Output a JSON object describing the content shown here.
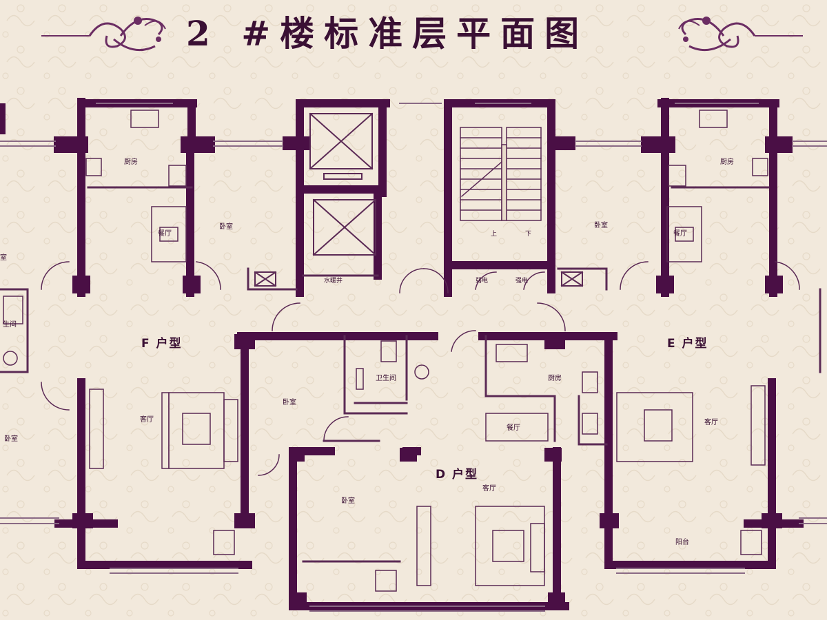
{
  "title": "2 #楼标准层平面图",
  "colors": {
    "wall": "#4a0f45",
    "line": "#5b2a55",
    "background": "#f2e9dc",
    "ornament": "#6b2d63"
  },
  "units": {
    "F": "F 户型",
    "E": "E 户型",
    "D": "D 户型"
  },
  "rooms": {
    "kitchen": "厨房",
    "dining": "餐厅",
    "bedroom": "卧室",
    "living": "客厅",
    "bathroom": "卫生间",
    "balcony": "阳台",
    "water_shaft": "水暖井",
    "weak_current": "弱电",
    "strong_current": "强电",
    "up": "上",
    "down": "下"
  },
  "edge_fragments": {
    "left_bedroom": "室",
    "left_bathroom": "生间"
  }
}
